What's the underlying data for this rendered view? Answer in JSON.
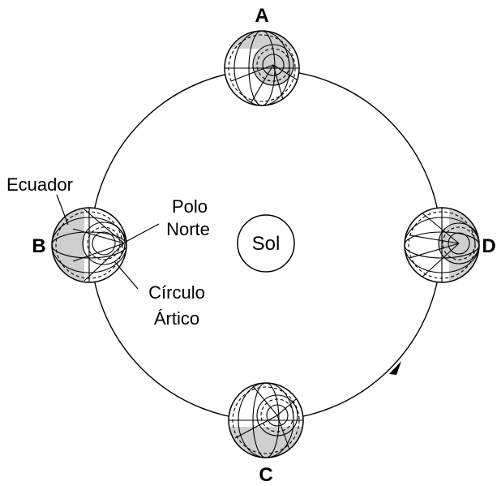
{
  "positions": {
    "a": "A",
    "b": "B",
    "c": "C",
    "d": "D"
  },
  "sun": {
    "label": "Sol"
  },
  "annotations": {
    "equator": "Ecuador",
    "north_pole_line1": "Polo",
    "north_pole_line2": "Norte",
    "arctic_circle_line1": "Círculo",
    "arctic_circle_line2": "Ártico"
  },
  "colors": {
    "night_side": "#cfcfcf",
    "line": "#000000",
    "background": "#ffffff"
  },
  "icons": {
    "orbit_direction": "arrowhead-icon",
    "globe": "earth-globe-icon"
  }
}
